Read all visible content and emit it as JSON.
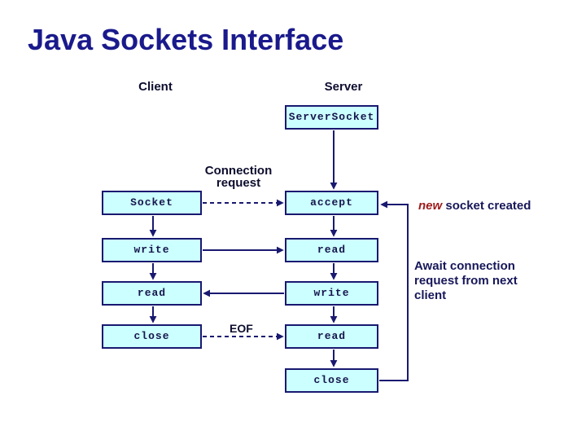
{
  "slide": {
    "title": "Java Sockets Interface",
    "client": {
      "header": "Client",
      "boxes": [
        "Socket",
        "write",
        "read",
        "close"
      ]
    },
    "server": {
      "header": "Server",
      "boxes": [
        "ServerSocket",
        "accept",
        "read",
        "write",
        "read",
        "close"
      ]
    },
    "labels": {
      "connection_request": "Connection request",
      "eof": "EOF",
      "new_socket_highlight": "new",
      "new_socket_rest": " socket created",
      "await_note": "Await connection request from next client"
    },
    "colors": {
      "title_navy": "#1a1a8c",
      "box_fill": "#ccffff",
      "box_border": "#191970",
      "connector_line": "#191970",
      "note_navy": "#17175a",
      "highlight_red": "#9e1b1b"
    }
  }
}
